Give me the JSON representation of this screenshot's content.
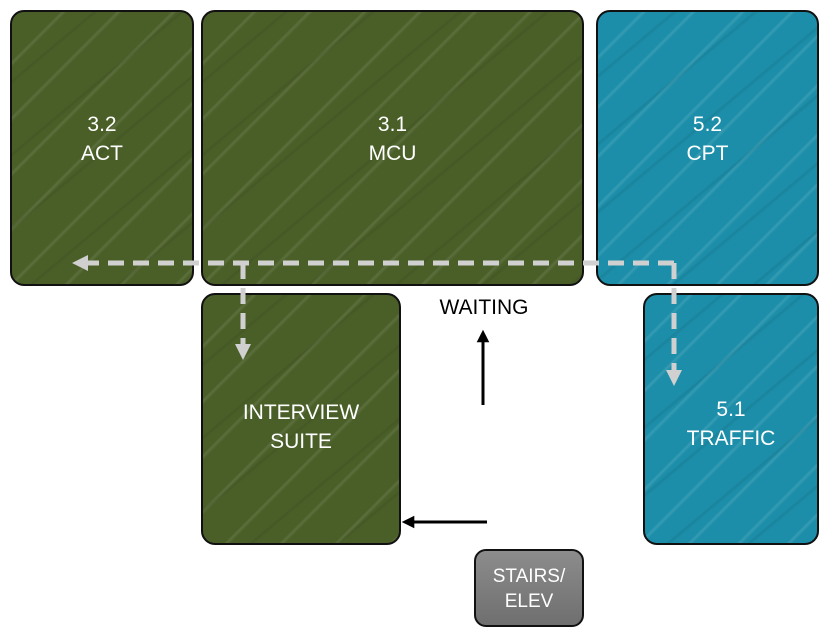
{
  "rooms": {
    "act": {
      "line1": "3.2",
      "line2": "ACT"
    },
    "mcu": {
      "line1": "3.1",
      "line2": "MCU"
    },
    "cpt": {
      "line1": "5.2",
      "line2": "CPT"
    },
    "interview": {
      "line1": "INTERVIEW",
      "line2": "SUITE"
    },
    "traffic": {
      "line1": "5.1",
      "line2": "TRAFFIC"
    },
    "stairs": {
      "line1": "STAIRS/",
      "line2": "ELEV"
    }
  },
  "waiting_label": "WAITING",
  "colors": {
    "green_room": "#4a5f28",
    "teal_room": "#1c8ea9",
    "stairs": "#7d7d7d",
    "dashed_path": "#d0d0d0",
    "arrow": "#000000"
  }
}
